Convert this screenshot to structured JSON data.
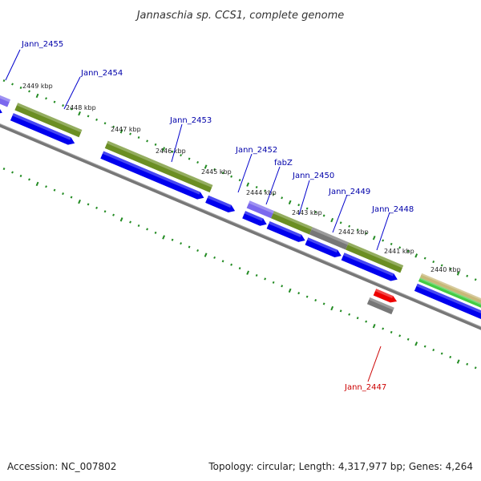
{
  "title": "Jannaschia sp. CCS1, complete genome",
  "footer": {
    "accession": "Accession: NC_007802",
    "summary": "Topology: circular; Length: 4,317,977 bp; Genes: 4,264"
  },
  "kbp_ticks": [
    "2449 kbp",
    "2448 kbp",
    "2447 kbp",
    "2446 kbp",
    "2445 kbp",
    "2444 kbp",
    "2443 kbp",
    "2442 kbp",
    "2441 kbp",
    "2440 kbp"
  ],
  "gene_labels": [
    {
      "text": "Jann_2455",
      "color": "#0000aa"
    },
    {
      "text": "Jann_2454",
      "color": "#0000aa"
    },
    {
      "text": "Jann_2453",
      "color": "#0000aa"
    },
    {
      "text": "Jann_2452",
      "color": "#0000aa"
    },
    {
      "text": "fabZ",
      "color": "#0000aa"
    },
    {
      "text": "Jann_2450",
      "color": "#0000aa"
    },
    {
      "text": "Jann_2449",
      "color": "#0000aa"
    },
    {
      "text": "Jann_2448",
      "color": "#0000aa"
    },
    {
      "text": "Jann_2447",
      "color": "#cc0000"
    }
  ],
  "colors": {
    "cds": "#0000ee",
    "function_green": "#6b8e23",
    "function_purple": "#7b68ee",
    "function_gray": "#777777",
    "function_tan": "#c8b878",
    "function_lightgreen": "#44cc44",
    "rna_red": "#ee0000",
    "backbone": "#888888",
    "tick_green": "#228b22"
  }
}
